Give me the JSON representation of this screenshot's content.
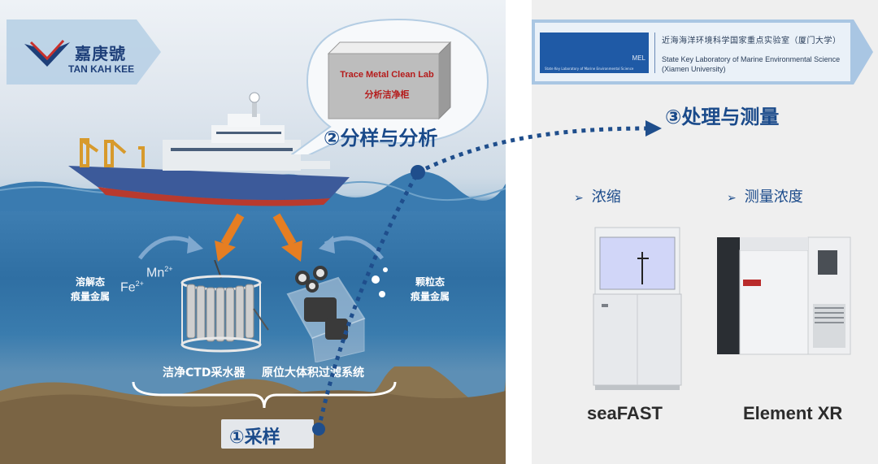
{
  "sampling": {
    "vessel_name_cn": "嘉庚號",
    "vessel_name_en": "TAN KAH KEE",
    "dissolved_label_line1": "溶解态",
    "dissolved_label_line2": "痕量金属",
    "particulate_label_line1": "颗粒态",
    "particulate_label_line2": "痕量金属",
    "ion_mn": "Mn",
    "ion_mn_charge": "2+",
    "ion_fe": "Fe",
    "ion_fe_charge": "2+",
    "ctd_label": "洁净CTD采水器",
    "filter_label": "原位大体积过滤系统",
    "step1": "①采样"
  },
  "lab": {
    "box_title_en": "Trace Metal Clean Lab",
    "box_title_cn": "分析洁净柜",
    "step2": "②分样与分析"
  },
  "measurement": {
    "institution_cn": "近海海洋环境科学国家重点实验室（厦门大学）",
    "institution_en_line1": "State Key Laboratory of Marine Environmental Science",
    "institution_en_line2": "(Xiamen University)",
    "logo_text": "MEL",
    "logo_subtext": "State Key Laboratory of Marine Environmental Science",
    "step3": "③处理与测量",
    "bullet_concentrate": "浓缩",
    "bullet_measure": "测量浓度",
    "instrument1": "seaFAST",
    "instrument2": "Element XR"
  },
  "colors": {
    "step_text": "#1a4a8a",
    "arrow_orange": "#e67e22",
    "dotted_path": "#1f4e8c",
    "lab_text_red": "#b51b1b"
  }
}
